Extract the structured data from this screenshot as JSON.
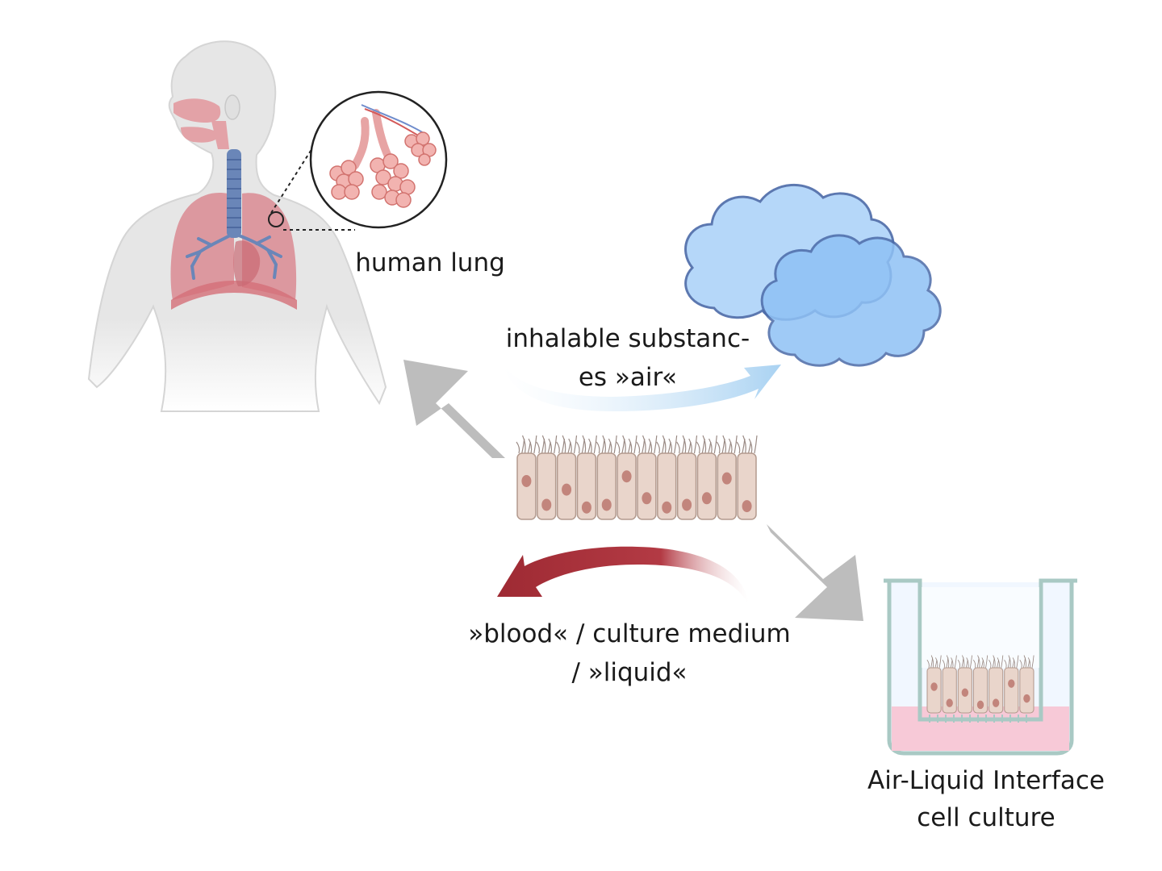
{
  "labels": {
    "lung": "human lung",
    "inhalable_line1": "inhalable substanc-",
    "inhalable_line2": "es »air«",
    "medium_line1": "»blood« / culture medium",
    "medium_line2": "/ »liquid«",
    "ali_line1": "Air-Liquid Interface",
    "ali_line2": "cell culture"
  },
  "colors": {
    "grey_arrow": "#bdbdbd",
    "air_arrow": "#b8d9f3",
    "blood_arrow": "#a3313b",
    "cloud_fill": "#a9d0f8",
    "cloud_stroke": "#4b6aa8",
    "cell_fill": "#e9d5cb",
    "nucleus": "#c2857c",
    "lung_fill": "#d98a92",
    "trachea": "#6a86b8",
    "medium": "#f7c9d7",
    "well_stroke": "#a9c9c4"
  },
  "icons": [
    "human-body-icon",
    "alveoli-icon",
    "cloud-icon",
    "epithelium-icon",
    "transwell-icon"
  ]
}
